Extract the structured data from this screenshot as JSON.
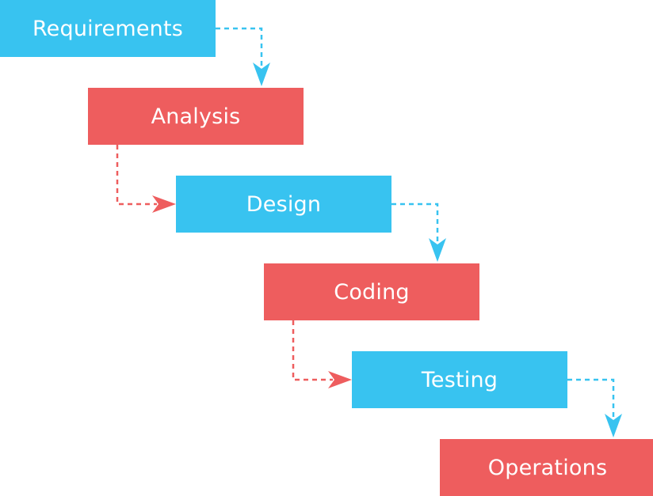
{
  "diagram": {
    "stages": [
      {
        "label": "Requirements",
        "color": "#38c3f0"
      },
      {
        "label": "Analysis",
        "color": "#ee5d5e"
      },
      {
        "label": "Design",
        "color": "#38c3f0"
      },
      {
        "label": "Coding",
        "color": "#ee5d5e"
      },
      {
        "label": "Testing",
        "color": "#38c3f0"
      },
      {
        "label": "Operations",
        "color": "#ee5d5e"
      }
    ],
    "colors": {
      "blue": "#38c3f0",
      "red": "#ee5d5e",
      "background": "#ffffff",
      "text": "#ffffff"
    },
    "connectors": [
      {
        "from": 0,
        "to": 1,
        "style": "dashed-arrow-down",
        "color": "#38c3f0"
      },
      {
        "from": 1,
        "to": 2,
        "style": "dashed-arrow-right",
        "color": "#ee5d5e"
      },
      {
        "from": 2,
        "to": 3,
        "style": "dashed-arrow-down",
        "color": "#38c3f0"
      },
      {
        "from": 3,
        "to": 4,
        "style": "dashed-arrow-right",
        "color": "#ee5d5e"
      },
      {
        "from": 4,
        "to": 5,
        "style": "dashed-arrow-down",
        "color": "#38c3f0"
      }
    ]
  }
}
